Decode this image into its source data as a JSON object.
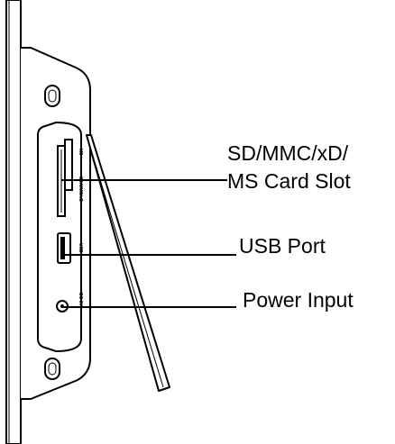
{
  "labels": {
    "sd_slot_line1": "SD/MMC/xD/",
    "sd_slot_line2": "MS Card Slot",
    "usb_port": "USB Port",
    "power_input": "Power Input"
  },
  "port_markings": {
    "ms": "MS",
    "sd": "SD/MMC/xD",
    "usb": "USB",
    "dc": "DC 9V"
  },
  "colors": {
    "stroke": "#000000",
    "background": "#ffffff"
  }
}
